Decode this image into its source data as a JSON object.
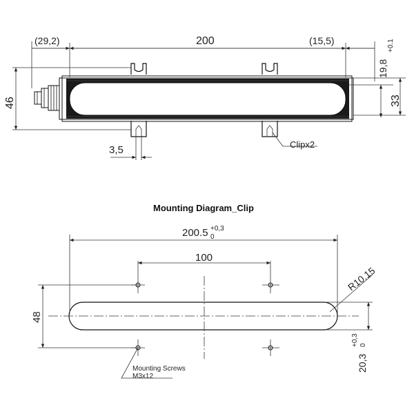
{
  "top_view": {
    "dim_left_offset": "(29,2)",
    "dim_length": "200",
    "dim_right_offset": "(15,5)",
    "dim_height_total": "46",
    "dim_window_height": "33",
    "dim_depth": "19,8",
    "dim_depth_tol": "+0.1",
    "dim_clip_width": "3,5",
    "clip_label": "Clipx2"
  },
  "mounting": {
    "title": "Mounting Diagram_Clip",
    "dim_cutout_length": "200.5",
    "dim_cutout_tol_upper": "+0,3",
    "dim_cutout_tol_lower": "0",
    "dim_screw_spacing": "100",
    "dim_radius": "R10.15",
    "dim_hole_spacing_v": "48",
    "dim_cutout_width": "20,3",
    "dim_cutout_width_tol_upper": "+0,3",
    "dim_cutout_width_tol_lower": "0",
    "screws_label_line1": "Mounting Screws",
    "screws_label_line2": "M3x12"
  }
}
